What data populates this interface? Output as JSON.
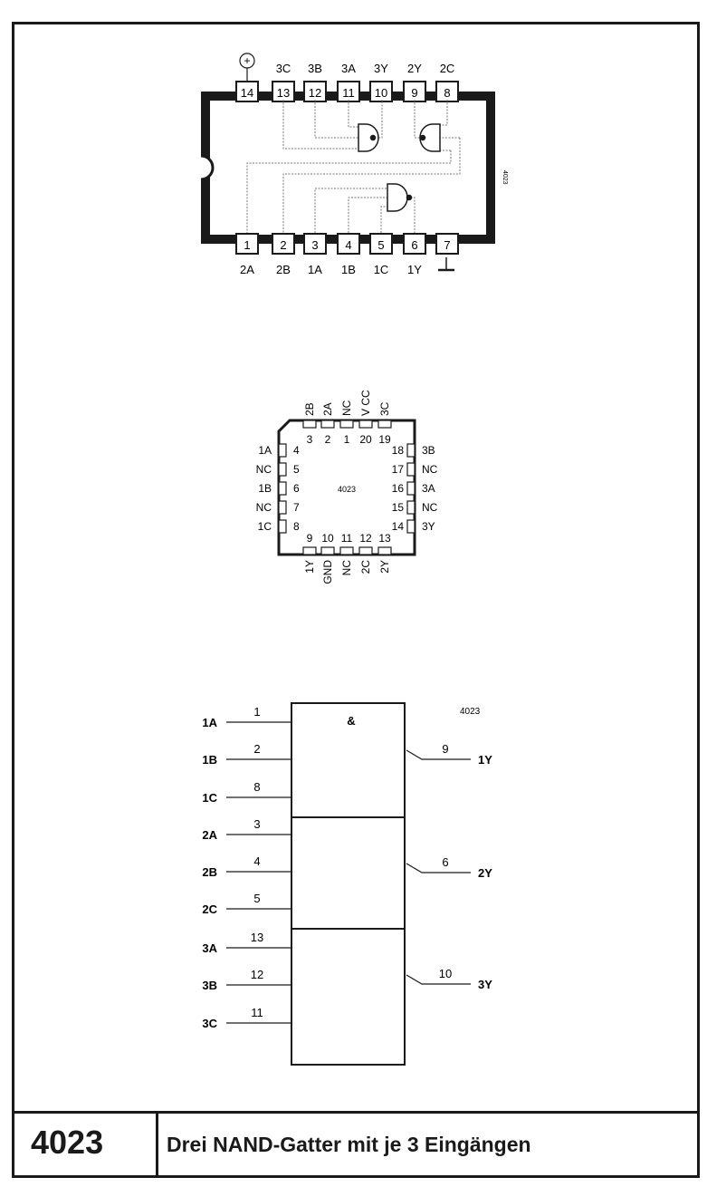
{
  "footer": {
    "chip_number": "4023",
    "title": "Drei NAND-Gatter mit je 3 Eingängen"
  },
  "dip": {
    "vcc_symbol": "+",
    "top_pins": [
      {
        "num": "14",
        "label": ""
      },
      {
        "num": "13",
        "label": "3C"
      },
      {
        "num": "12",
        "label": "3B"
      },
      {
        "num": "11",
        "label": "3A"
      },
      {
        "num": "10",
        "label": "3Y"
      },
      {
        "num": "9",
        "label": "2Y"
      },
      {
        "num": "8",
        "label": "2C"
      }
    ],
    "bottom_pins": [
      {
        "num": "1",
        "label": "2A"
      },
      {
        "num": "2",
        "label": "2B"
      },
      {
        "num": "3",
        "label": "1A"
      },
      {
        "num": "4",
        "label": "1B"
      },
      {
        "num": "5",
        "label": "1C"
      },
      {
        "num": "6",
        "label": "1Y"
      },
      {
        "num": "7",
        "label": ""
      }
    ],
    "side_text": "4023"
  },
  "plcc": {
    "center_text": "4023",
    "top_pins": [
      {
        "num": "3",
        "label": "2B"
      },
      {
        "num": "2",
        "label": "2A"
      },
      {
        "num": "1",
        "label": "NC"
      },
      {
        "num": "20",
        "label": "V CC"
      },
      {
        "num": "19",
        "label": "3C"
      }
    ],
    "left_pins": [
      {
        "num": "4",
        "label": "1A"
      },
      {
        "num": "5",
        "label": "NC"
      },
      {
        "num": "6",
        "label": "1B"
      },
      {
        "num": "7",
        "label": "NC"
      },
      {
        "num": "8",
        "label": "1C"
      }
    ],
    "right_pins": [
      {
        "num": "18",
        "label": "3B"
      },
      {
        "num": "17",
        "label": "NC"
      },
      {
        "num": "16",
        "label": "3A"
      },
      {
        "num": "15",
        "label": "NC"
      },
      {
        "num": "14",
        "label": "3Y"
      }
    ],
    "bottom_pins": [
      {
        "num": "9",
        "label": "1Y"
      },
      {
        "num": "10",
        "label": "GND"
      },
      {
        "num": "11",
        "label": "NC"
      },
      {
        "num": "12",
        "label": "2C"
      },
      {
        "num": "13",
        "label": "2Y"
      }
    ]
  },
  "logic": {
    "symbol": "&",
    "side_text": "4023",
    "inputs": [
      {
        "name": "1A",
        "pin": "1"
      },
      {
        "name": "1B",
        "pin": "2"
      },
      {
        "name": "1C",
        "pin": "8"
      },
      {
        "name": "2A",
        "pin": "3"
      },
      {
        "name": "2B",
        "pin": "4"
      },
      {
        "name": "2C",
        "pin": "5"
      },
      {
        "name": "3A",
        "pin": "13"
      },
      {
        "name": "3B",
        "pin": "12"
      },
      {
        "name": "3C",
        "pin": "11"
      }
    ],
    "outputs": [
      {
        "name": "1Y",
        "pin": "9"
      },
      {
        "name": "2Y",
        "pin": "6"
      },
      {
        "name": "3Y",
        "pin": "10"
      }
    ]
  }
}
